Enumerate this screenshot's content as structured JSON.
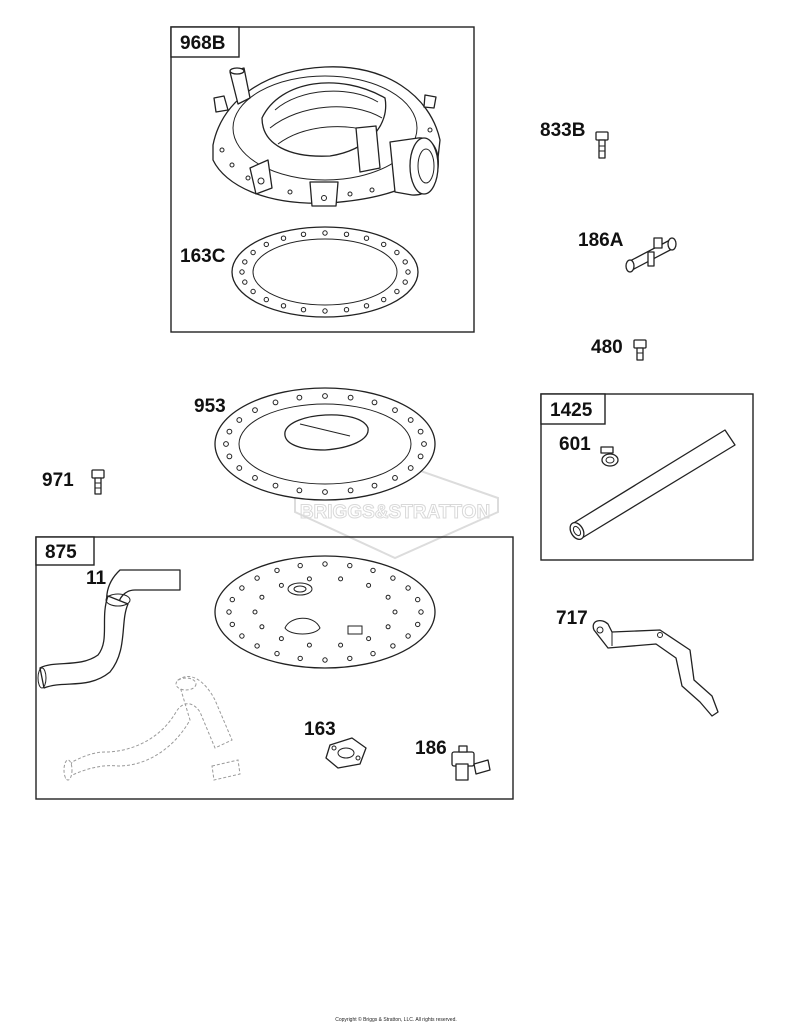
{
  "groups": {
    "g968B": "968B",
    "g875": "875",
    "g1425": "1425"
  },
  "parts": {
    "p163C": "163C",
    "p833B": "833B",
    "p186A": "186A",
    "p480": "480",
    "p953": "953",
    "p971": "971",
    "p601": "601",
    "p11": "11",
    "p717": "717",
    "p163": "163",
    "p186": "186"
  },
  "watermark": "BRIGGS&STRATTON",
  "footer": {
    "copyright": "Copyright © Briggs & Stratton, LLC. All rights reserved."
  }
}
